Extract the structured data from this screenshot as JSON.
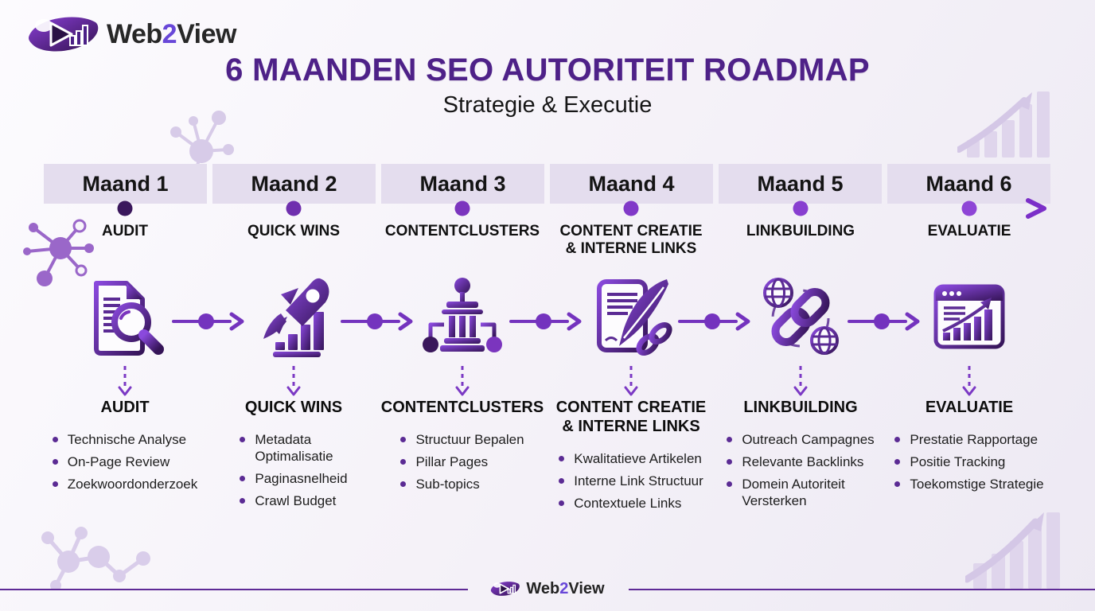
{
  "brand": {
    "web": "Web",
    "two": "2",
    "view": "View"
  },
  "header": {
    "title": "6 MAANDEN SEO AUTORITEIT ROADMAP",
    "subtitle": "Strategie & Executie"
  },
  "columns": [
    {
      "month": "Maand 1",
      "category": "AUDIT",
      "icon": "audit-document-magnifier-icon",
      "items": [
        "Technische Analyse",
        "On-Page Review",
        "Zoekwoordonderzoek"
      ]
    },
    {
      "month": "Maand 2",
      "category": "QUICK WINS",
      "icon": "rocket-growth-icon",
      "items": [
        "Metadata\nOptimalisatie",
        "Paginasnelheid",
        "Crawl Budget"
      ]
    },
    {
      "month": "Maand 3",
      "category": "CONTENTCLUSTERS",
      "icon": "pillar-structure-icon",
      "items": [
        "Structuur Bepalen",
        "Pillar Pages",
        "Sub-topics"
      ]
    },
    {
      "month": "Maand 4",
      "category": "CONTENT CREATIE\n& INTERNE LINKS",
      "icon": "quill-document-link-icon",
      "items": [
        "Kwalitatieve Artikelen",
        "Interne Link Structuur",
        "Contextuele Links"
      ]
    },
    {
      "month": "Maand 5",
      "category": "LINKBUILDING",
      "icon": "chain-globes-icon",
      "items": [
        "Outreach Campagnes",
        "Relevante Backlinks",
        "Domein Autoriteit\nVersterken"
      ]
    },
    {
      "month": "Maand 6",
      "category": "EVALUATIE",
      "icon": "analytics-browser-icon",
      "items": [
        "Prestatie Rapportage",
        "Positie Tracking",
        "Toekomstige Strategie"
      ]
    }
  ],
  "colors": {
    "title_purple": "#4E2188",
    "month_box": "#E4DDEE",
    "timeline_start": "#2E1248",
    "timeline_end": "#7B2FC8",
    "bullet": "#5B2B94",
    "brand_digit": "#6847D8",
    "dot_colors": [
      "#3A175C",
      "#6F2FAE",
      "#7B35BE",
      "#8139C8",
      "#883FD0",
      "#8E45D6"
    ]
  }
}
